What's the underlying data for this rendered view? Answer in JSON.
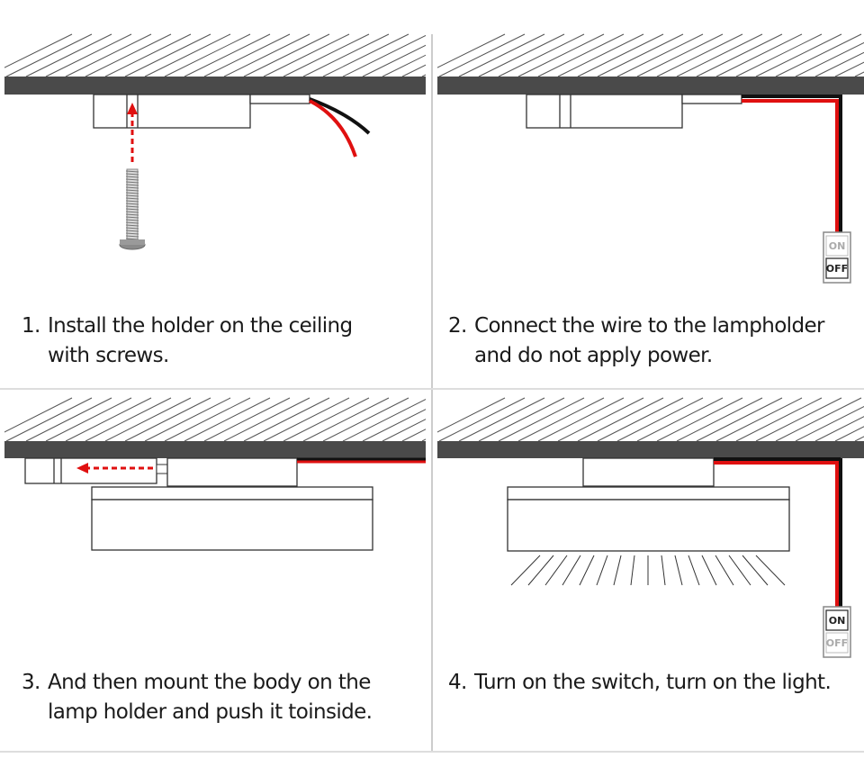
{
  "steps": [
    {
      "number": "1.",
      "lines": [
        "Install the holder on the ceiling",
        "with screws."
      ]
    },
    {
      "number": "2.",
      "lines": [
        "Connect the wire to the lampholder",
        "and do not apply power."
      ]
    },
    {
      "number": "3.",
      "lines": [
        "And then mount the body on the",
        "lamp holder and push it toinside."
      ]
    },
    {
      "number": "4.",
      "lines": [
        "Turn on the switch, turn on the light."
      ]
    }
  ],
  "switch": {
    "on_label": "ON",
    "off_label": "OFF"
  },
  "colors": {
    "ceiling_slab": "#4a4a4a",
    "wire_red": "#e01010",
    "wire_black": "#111111",
    "outline": "#333333",
    "hatch": "#555555",
    "divider": "#cccccc",
    "switch_off_text": "#aaaaaa"
  }
}
